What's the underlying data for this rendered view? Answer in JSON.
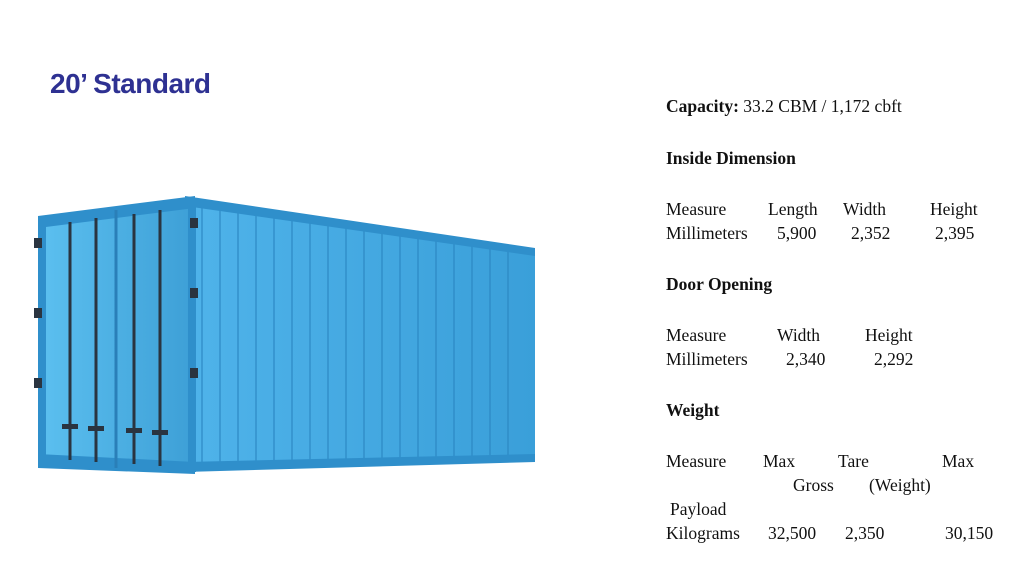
{
  "title": "20’ Standard",
  "colors": {
    "title": "#2e3192",
    "container": "#3aa4e0",
    "container_dark": "#1f7fbf"
  },
  "capacity": {
    "label": "Capacity:",
    "value": "33.2 CBM / 1,172 cbft"
  },
  "inside_dimension": {
    "heading": "Inside Dimension",
    "headers": [
      "Measure",
      "Length",
      "Width",
      "Height"
    ],
    "row": [
      "Millimeters",
      "5,900",
      "2,352",
      "2,395"
    ]
  },
  "door_opening": {
    "heading": "Door Opening",
    "headers": [
      "Measure",
      "Width",
      "Height"
    ],
    "row": [
      "Millimeters",
      "2,340",
      "2,292"
    ]
  },
  "weight": {
    "heading": "Weight",
    "headers_line1": [
      "Measure",
      "Max",
      "Tare",
      "Max"
    ],
    "headers_line2": [
      "Gross",
      "(Weight)"
    ],
    "headers_line3": [
      "Payload"
    ],
    "row": [
      "Kilograms",
      "32,500",
      "2,350",
      "30,150"
    ]
  }
}
